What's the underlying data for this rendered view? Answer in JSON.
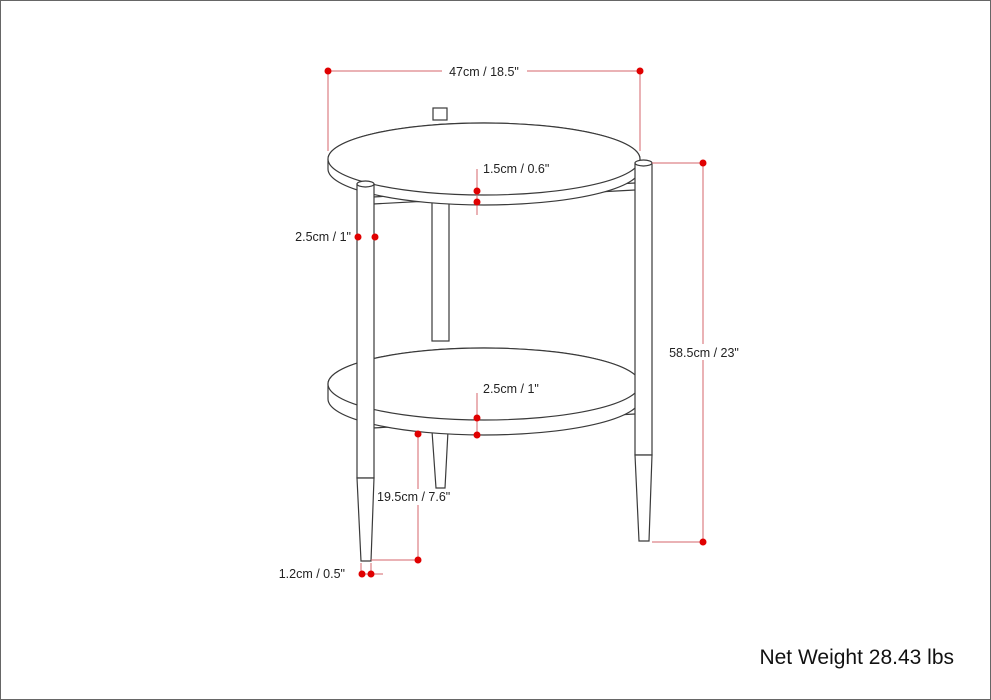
{
  "dimensions": {
    "top_width": "47cm / 18.5\"",
    "top_thickness": "1.5cm / 0.6\"",
    "leg_width": "2.5cm / 1\"",
    "total_height": "58.5cm / 23\"",
    "shelf_thickness": "2.5cm / 1\"",
    "shelf_clearance": "19.5cm / 7.6\"",
    "foot_width": "1.2cm / 0.5\""
  },
  "net_weight": "Net Weight 28.43 lbs",
  "colors": {
    "outline": "#3a3a3a",
    "dimension_line": "#d4656b",
    "dimension_point": "#e00000"
  }
}
